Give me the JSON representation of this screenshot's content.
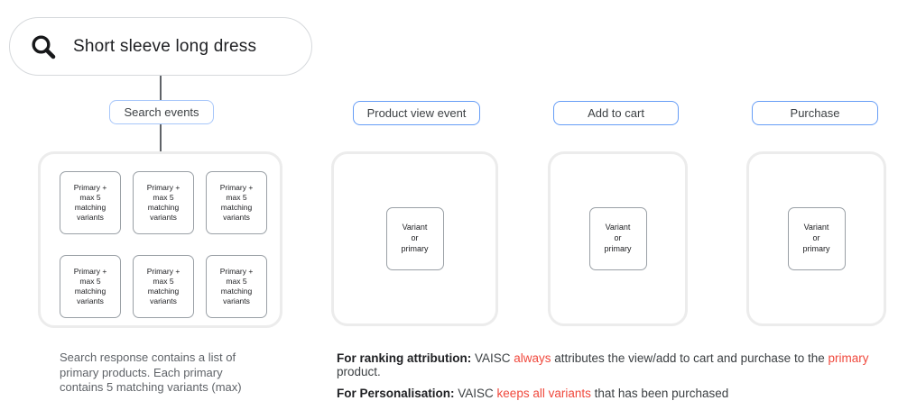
{
  "search_bar": {
    "icon": "search-icon",
    "query": "Short sleeve long dress"
  },
  "flow": {
    "columns": [
      {
        "label": "Search events",
        "cards": [
          "Primary +\nmax 5\nmatching\nvariants",
          "Primary +\nmax 5\nmatching\nvariants",
          "Primary +\nmax 5\nmatching\nvariants",
          "Primary +\nmax 5\nmatching\nvariants",
          "Primary +\nmax 5\nmatching\nvariants",
          "Primary +\nmax 5\nmatching\nvariants"
        ]
      },
      {
        "label": "Product view event",
        "cards": [
          "Variant\nor\nprimary"
        ]
      },
      {
        "label": "Add to cart",
        "cards": [
          "Variant\nor\nprimary"
        ]
      },
      {
        "label": "Purchase",
        "cards": [
          "Variant\nor\nprimary"
        ]
      }
    ]
  },
  "notes": {
    "search_note": "Search response contains a list of\nprimary products. Each primary\ncontains 5 matching variants (max)",
    "ranking": {
      "label": "For ranking attribution:",
      "t1": " VAISC ",
      "red1": "always",
      "t2": " attributes the view/add to cart and purchase to the ",
      "red2": "primary",
      "t3": " product."
    },
    "personalisation": {
      "label": "For Personalisation:",
      "t1": " VAISC ",
      "red1": "keeps all variants",
      "t2": " that has been purchased"
    }
  },
  "colors": {
    "chip_border": "#669df6",
    "chip_border_light": "#a8c7fa",
    "container_border": "#ececec",
    "card_border": "#9aa0a6",
    "red_text": "#f0483c"
  }
}
